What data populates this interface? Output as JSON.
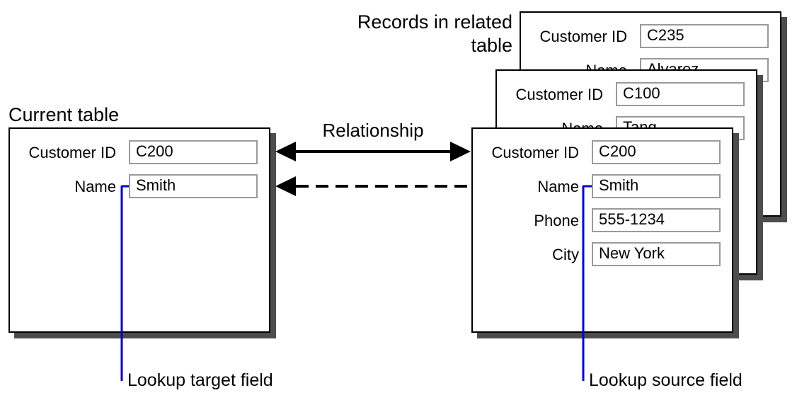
{
  "related_title": [
    "Records in related",
    "table"
  ],
  "current_table": {
    "title": "Current table",
    "fields": [
      {
        "label": "Customer ID",
        "value": "C200"
      },
      {
        "label": "Name",
        "value": "Smith"
      }
    ]
  },
  "relationship_label": "Relationship",
  "related_records": [
    {
      "fields": [
        {
          "label": "Customer ID",
          "value": "C235"
        },
        {
          "label": "Name",
          "value": "Alvarez"
        }
      ]
    },
    {
      "fields": [
        {
          "label": "Customer ID",
          "value": "C100"
        },
        {
          "label": "Name",
          "value": "Tang"
        }
      ]
    },
    {
      "fields": [
        {
          "label": "Customer ID",
          "value": "C200"
        },
        {
          "label": "Name",
          "value": "Smith"
        },
        {
          "label": "Phone",
          "value": "555-1234"
        },
        {
          "label": "City",
          "value": "New York"
        }
      ]
    }
  ],
  "callouts": {
    "target": "Lookup target field",
    "source": "Lookup source field"
  },
  "colors": {
    "callout_line": "#0000dd",
    "shadow": "#4d4d4d",
    "field_border": "#9a9a9a"
  }
}
